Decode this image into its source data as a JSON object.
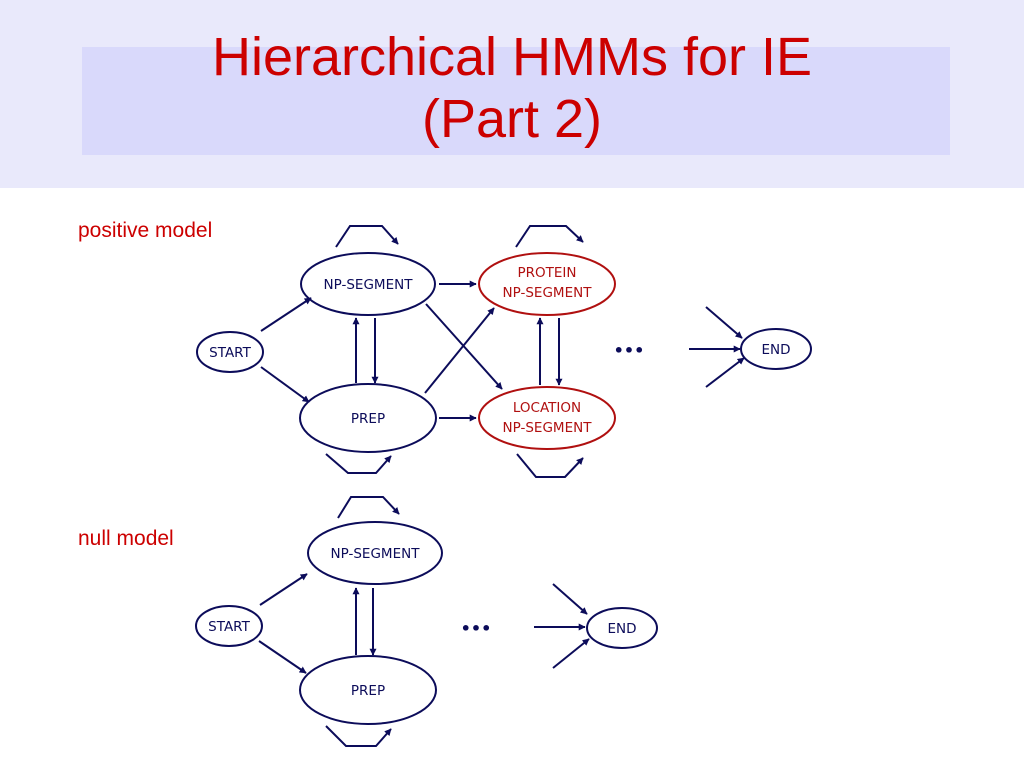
{
  "slide": {
    "title_line1": "Hierarchical HMMs for IE",
    "title_line2": "(Part 2)"
  },
  "positive_model": {
    "label": "positive model",
    "nodes": {
      "start": "START",
      "np_segment": "NP-SEGMENT",
      "prep": "PREP",
      "protein_line1": "PROTEIN",
      "protein_line2": "NP-SEGMENT",
      "location_line1": "LOCATION",
      "location_line2": "NP-SEGMENT",
      "ellipsis": "•••",
      "end": "END"
    }
  },
  "null_model": {
    "label": "null model",
    "nodes": {
      "start": "START",
      "np_segment": "NP-SEGMENT",
      "prep": "PREP",
      "ellipsis": "•••",
      "end": "END"
    }
  },
  "colors": {
    "title": "#cc0000",
    "label": "#cc0000",
    "edge": "#0c0c5a",
    "node_border_default": "#0c0c5a",
    "node_border_highlight": "#b01010",
    "band": "#e9e9fb",
    "band_inner": "#d9d9fb"
  }
}
